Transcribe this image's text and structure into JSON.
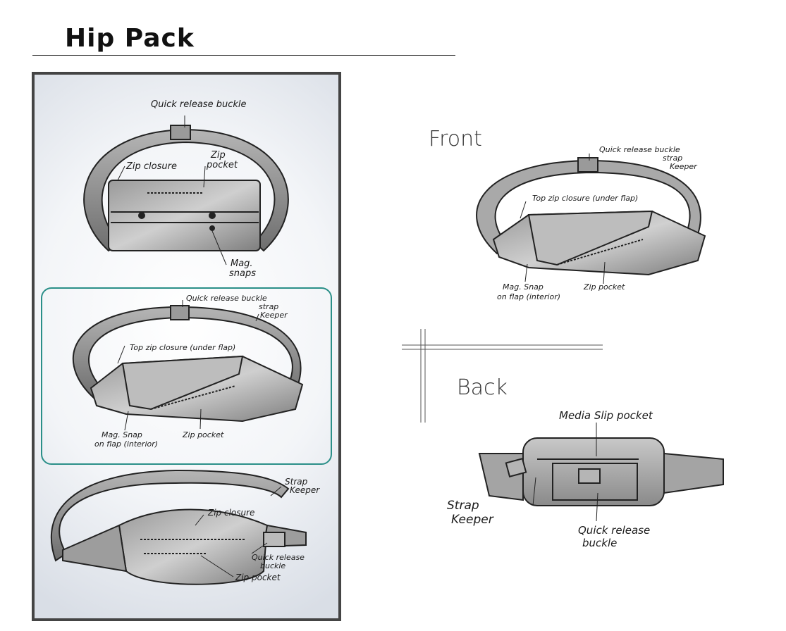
{
  "page": {
    "title": "Hip Pack"
  },
  "views": {
    "front": "Front",
    "back": "Back"
  },
  "sketch1": {
    "buckle": "Quick release buckle",
    "zip_closure": "Zip closure",
    "zip_pocket_line1": "Zip",
    "zip_pocket_line2": "pocket",
    "mag_snaps_line1": "Mag.",
    "mag_snaps_line2": "snaps"
  },
  "sketch2": {
    "buckle": "Quick release buckle",
    "strap_keeper_line1": "strap",
    "strap_keeper_line2": "Keeper",
    "top_zip": "Top zip closure (under flap)",
    "mag_snap_line1": "Mag. Snap",
    "mag_snap_line2": "on flap (interior)",
    "zip_pocket": "Zip pocket"
  },
  "sketch3": {
    "strap_keeper_line1": "Strap",
    "strap_keeper_line2": "Keeper",
    "zip_closure": "Zip closure",
    "buckle_line1": "Quick release",
    "buckle_line2": "buckle",
    "zip_pocket": "Zip pocket"
  },
  "front_sketch": {
    "buckle": "Quick release buckle",
    "strap_keeper_line1": "strap",
    "strap_keeper_line2": "Keeper",
    "top_zip": "Top zip closure (under flap)",
    "mag_snap_line1": "Mag. Snap",
    "mag_snap_line2": "on flap (interior)",
    "zip_pocket": "Zip pocket"
  },
  "back_sketch": {
    "media_pocket": "Media Slip pocket",
    "strap_keeper_line1": "Strap",
    "strap_keeper_line2": "Keeper",
    "buckle_line1": "Quick release",
    "buckle_line2": "buckle"
  },
  "colors": {
    "highlight": "#2a8f88",
    "frame": "#444444",
    "sketch": "#2b2b2b"
  }
}
